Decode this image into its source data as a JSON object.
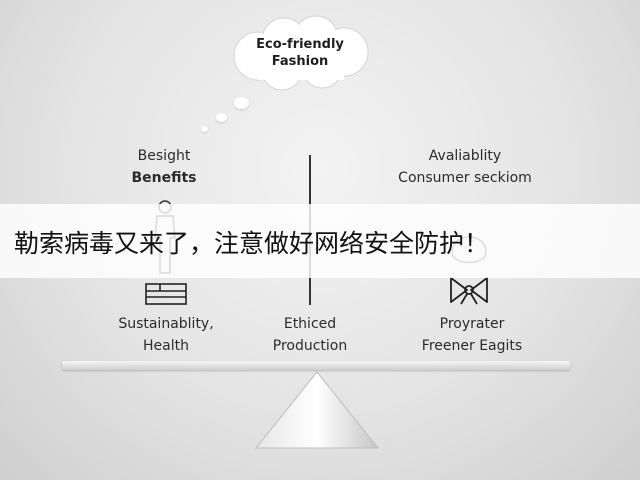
{
  "cloud": {
    "line1": "Eco-friendly",
    "line2": "Fashion"
  },
  "left": {
    "header_line1": "Besight",
    "header_line2": "Benefits",
    "footer_line1": "Sustainablity,",
    "footer_line2": "Health"
  },
  "center": {
    "footer_line1": "Ethiced",
    "footer_line2": "Production"
  },
  "right": {
    "header_line1": "Avaliablity",
    "header_line2": "Consumer seckiom",
    "footer_line1": "Proyrater",
    "footer_line2": "Freener Eagits"
  },
  "banner": {
    "text": "勒索病毒又来了，注意做好网络安全防护！"
  },
  "icons": {
    "person": "person-figure-icon",
    "box": "box-icon",
    "knot": "bow-knot-icon",
    "hands": "clasped-hands-icon"
  }
}
